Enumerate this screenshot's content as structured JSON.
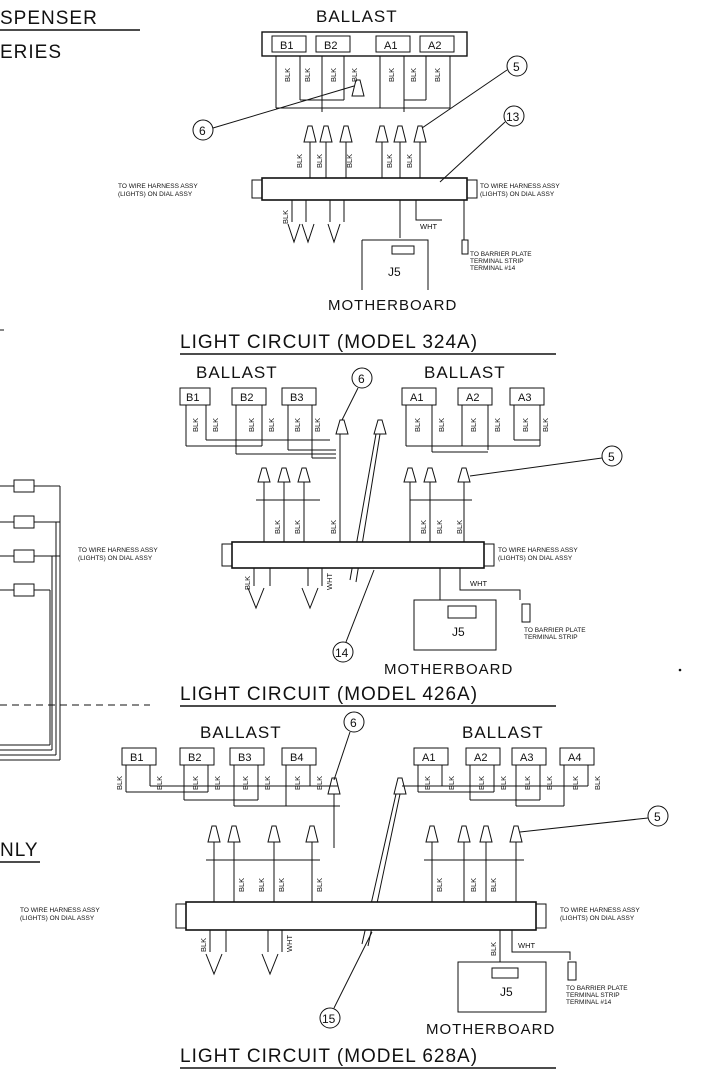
{
  "header": {
    "line1": "SPENSER",
    "line2": "ERIES"
  },
  "left": {
    "label": "NLY"
  },
  "common": {
    "ballast": "BALLAST",
    "motherboard": "MOTHERBOARD",
    "blk": "BLK",
    "wht": "WHT",
    "j5": "J5",
    "harness_l": "TO WIRE HARNESS ASSY",
    "harness_l2": "(LIGHTS) ON DIAL ASSY",
    "harness_r": "TO WIRE HARNESS ASSY",
    "harness_r2": "(LIGHTS) ON DIAL ASSY",
    "barrier1": "TO BARRIER PLATE",
    "barrier2": "TERMINAL STRIP",
    "barrier3": "TERMINAL #14"
  },
  "circuit1": {
    "title": "LIGHT CIRCUIT (MODEL 324A)",
    "boxes": [
      "B1",
      "B2",
      "A1",
      "A2"
    ],
    "callouts": [
      "6",
      "5",
      "13"
    ]
  },
  "circuit2": {
    "title": "LIGHT CIRCUIT (MODEL 426A)",
    "boxes_b": [
      "B1",
      "B2",
      "B3"
    ],
    "boxes_a": [
      "A1",
      "A2",
      "A3"
    ],
    "callouts": [
      "6",
      "5",
      "14"
    ]
  },
  "circuit3": {
    "title": "LIGHT CIRCUIT (MODEL 628A)",
    "boxes_b": [
      "B1",
      "B2",
      "B3",
      "B4"
    ],
    "boxes_a": [
      "A1",
      "A2",
      "A3",
      "A4"
    ],
    "callouts": [
      "6",
      "5",
      "15"
    ]
  }
}
